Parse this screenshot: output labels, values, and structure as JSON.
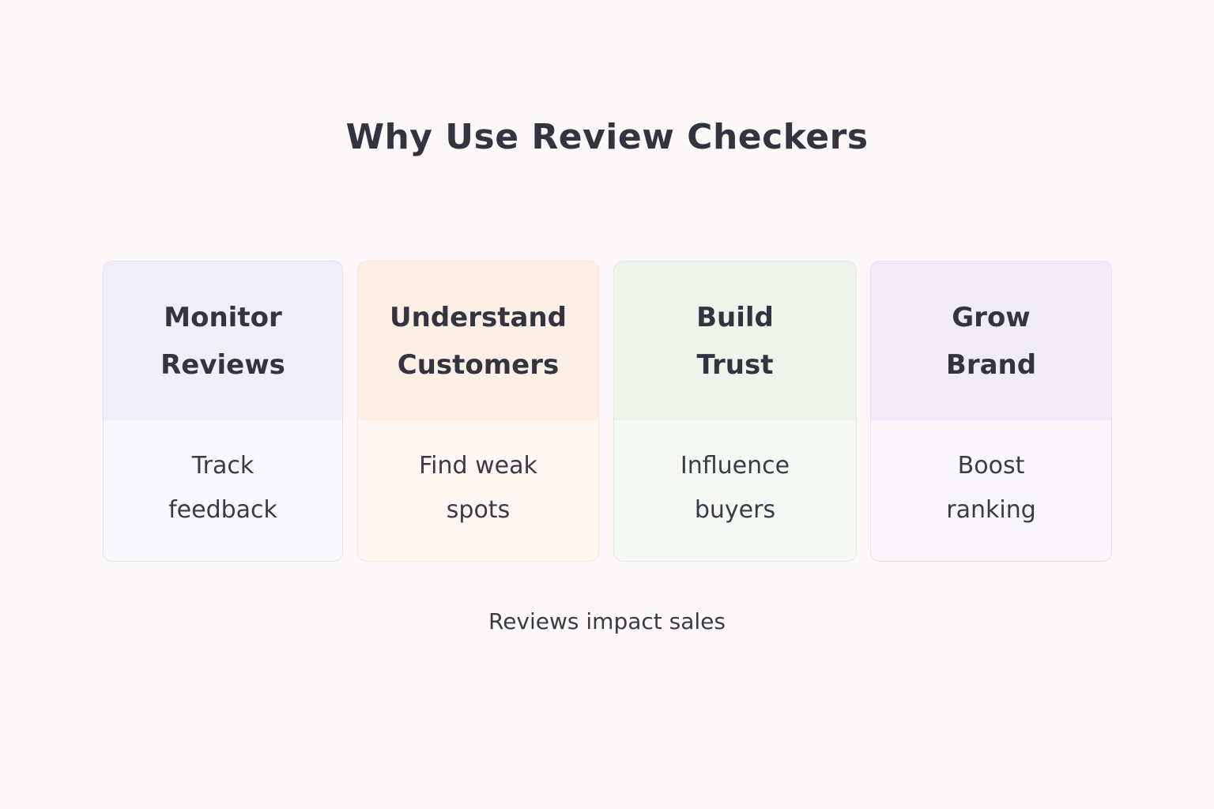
{
  "title": "Why Use Review Checkers",
  "cards": [
    {
      "heading_line1": "Monitor",
      "heading_line2": "Reviews",
      "body_line1": "Track",
      "body_line2": "feedback",
      "head_color": "#f0eff8",
      "body_color": "#f8f7fc",
      "border_color": "#e2e1f2"
    },
    {
      "heading_line1": "Understand",
      "heading_line2": "Customers",
      "body_line1": "Find weak",
      "body_line2": "spots",
      "head_color": "#fcefe5",
      "body_color": "#fdf7f3",
      "border_color": "#f6e6da"
    },
    {
      "heading_line1": "Build",
      "heading_line2": "Trust",
      "body_line1": "Influence",
      "body_line2": "buyers",
      "head_color": "#eef3ec",
      "body_color": "#f6f8f4",
      "border_color": "#e2eadf"
    },
    {
      "heading_line1": "Grow",
      "heading_line2": "Brand",
      "body_line1": "Boost",
      "body_line2": "ranking",
      "head_color": "#efebf9",
      "body_color": "#f9f6fb",
      "border_color": "#e3ddf3"
    }
  ],
  "footer": "Reviews impact sales"
}
